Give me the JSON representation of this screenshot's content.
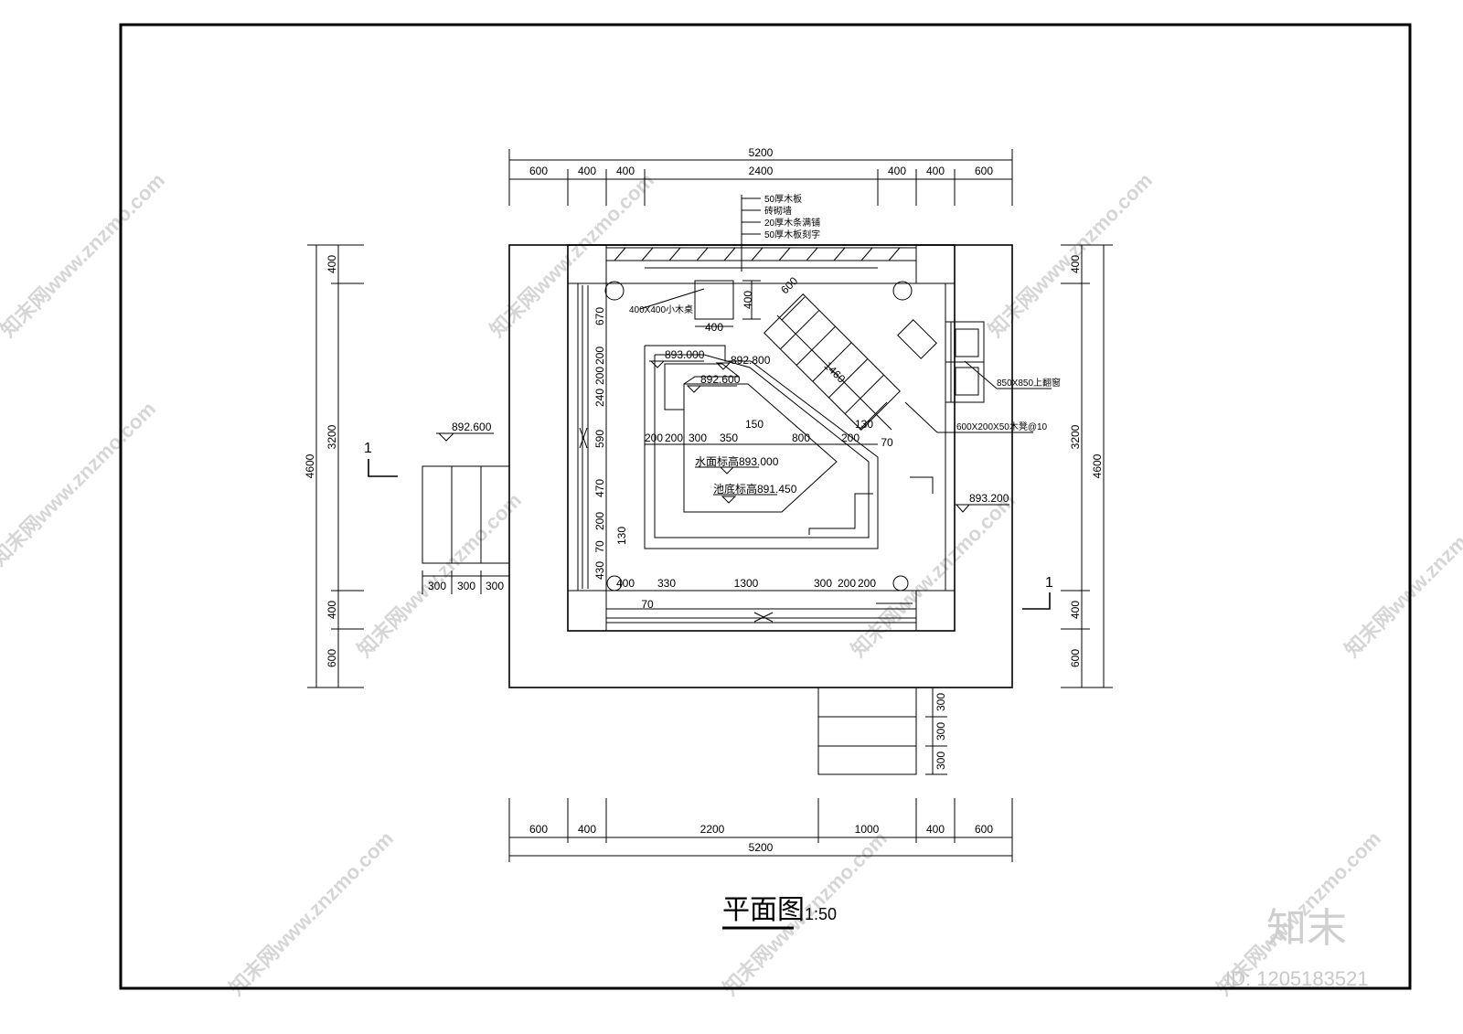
{
  "drawing": {
    "title": "平面图",
    "scale": "1:50",
    "section_mark": "1"
  },
  "top_dims": {
    "overall": "5200",
    "segments": [
      "600",
      "400",
      "400",
      "2400",
      "400",
      "400",
      "600"
    ]
  },
  "bottom_dims": {
    "overall": "5200",
    "segments": [
      "600",
      "400",
      "2200",
      "1000",
      "400",
      "600"
    ]
  },
  "left_dims": {
    "overall": "4600",
    "segments": [
      "400",
      "3200",
      "400",
      "600"
    ]
  },
  "right_dims": {
    "overall": "4600",
    "segments": [
      "400",
      "3200",
      "400",
      "600"
    ]
  },
  "stair_dims": {
    "left_step_widths": [
      "300",
      "300",
      "300"
    ],
    "bottom_step_depths": [
      "300",
      "300",
      "300"
    ]
  },
  "inner_dims": {
    "table_w": "400",
    "table_h": "400",
    "bench_w": "600",
    "bench_len": "1460",
    "pool_row": [
      "200",
      "200",
      "300",
      "350",
      "150",
      "800",
      "200",
      "130",
      "70"
    ],
    "left_col": [
      "670",
      "200",
      "200",
      "240",
      "590",
      "470",
      "200",
      "130",
      "70",
      "430"
    ],
    "bottom_row": [
      "400",
      "330",
      "1300",
      "300",
      "200",
      "200",
      "70"
    ]
  },
  "notes": {
    "material_callout": [
      "50厚木板",
      "砖砌墙",
      "20厚木条满铺",
      "50厚木板刻字"
    ],
    "table_label": "400X400小木桌",
    "window_label": "850X850上翻窗",
    "bench_label": "600X200X50木凳@10"
  },
  "levels": {
    "entry": "892.600",
    "floor_right": "893.200",
    "pool_edge": "893.000",
    "pool_edge_right": "892.800",
    "pool_inner": "892.600",
    "water": "水面标高893.000",
    "bottom": "池底标高891.450"
  },
  "watermark": {
    "text": "知末网www.znzmo.com",
    "brand": "知末",
    "id": "ID: 1205183521"
  }
}
